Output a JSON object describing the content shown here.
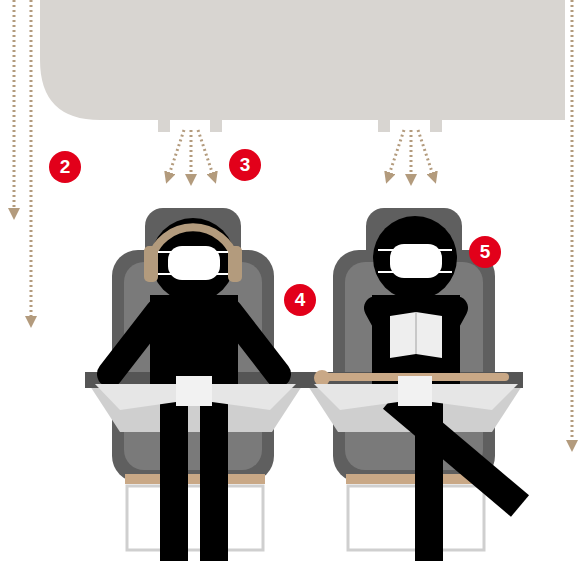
{
  "diagram": {
    "labels": [
      "2",
      "3",
      "5",
      "4"
    ]
  }
}
